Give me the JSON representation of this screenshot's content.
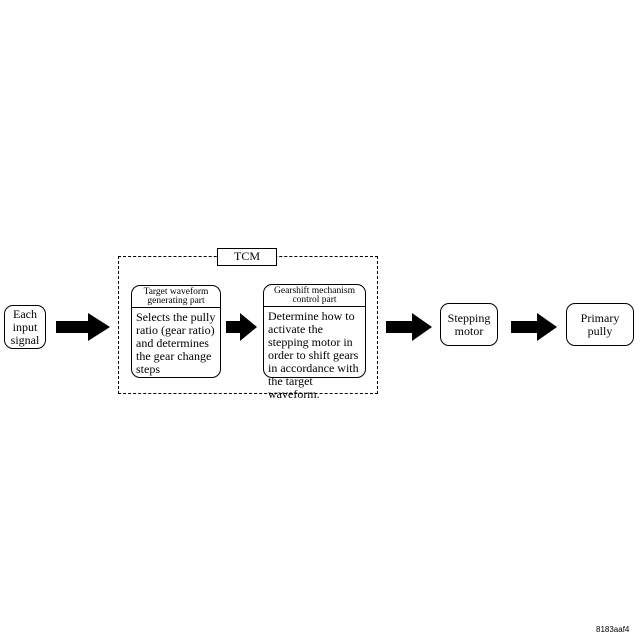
{
  "nodes": {
    "input": "Each input signal",
    "tcm": "TCM",
    "target": {
      "title": "Target waveform generating part",
      "body": "Selects the pully ratio (gear ratio) and determines the gear change steps"
    },
    "gearshift": {
      "title": "Gearshift mechanism control part",
      "body": "Determine how to activate the stepping motor in order to shift gears in accordance with the target waveform."
    },
    "stepping": "Stepping motor",
    "primary": "Primary pully"
  },
  "footer_code": "8183aaf4"
}
